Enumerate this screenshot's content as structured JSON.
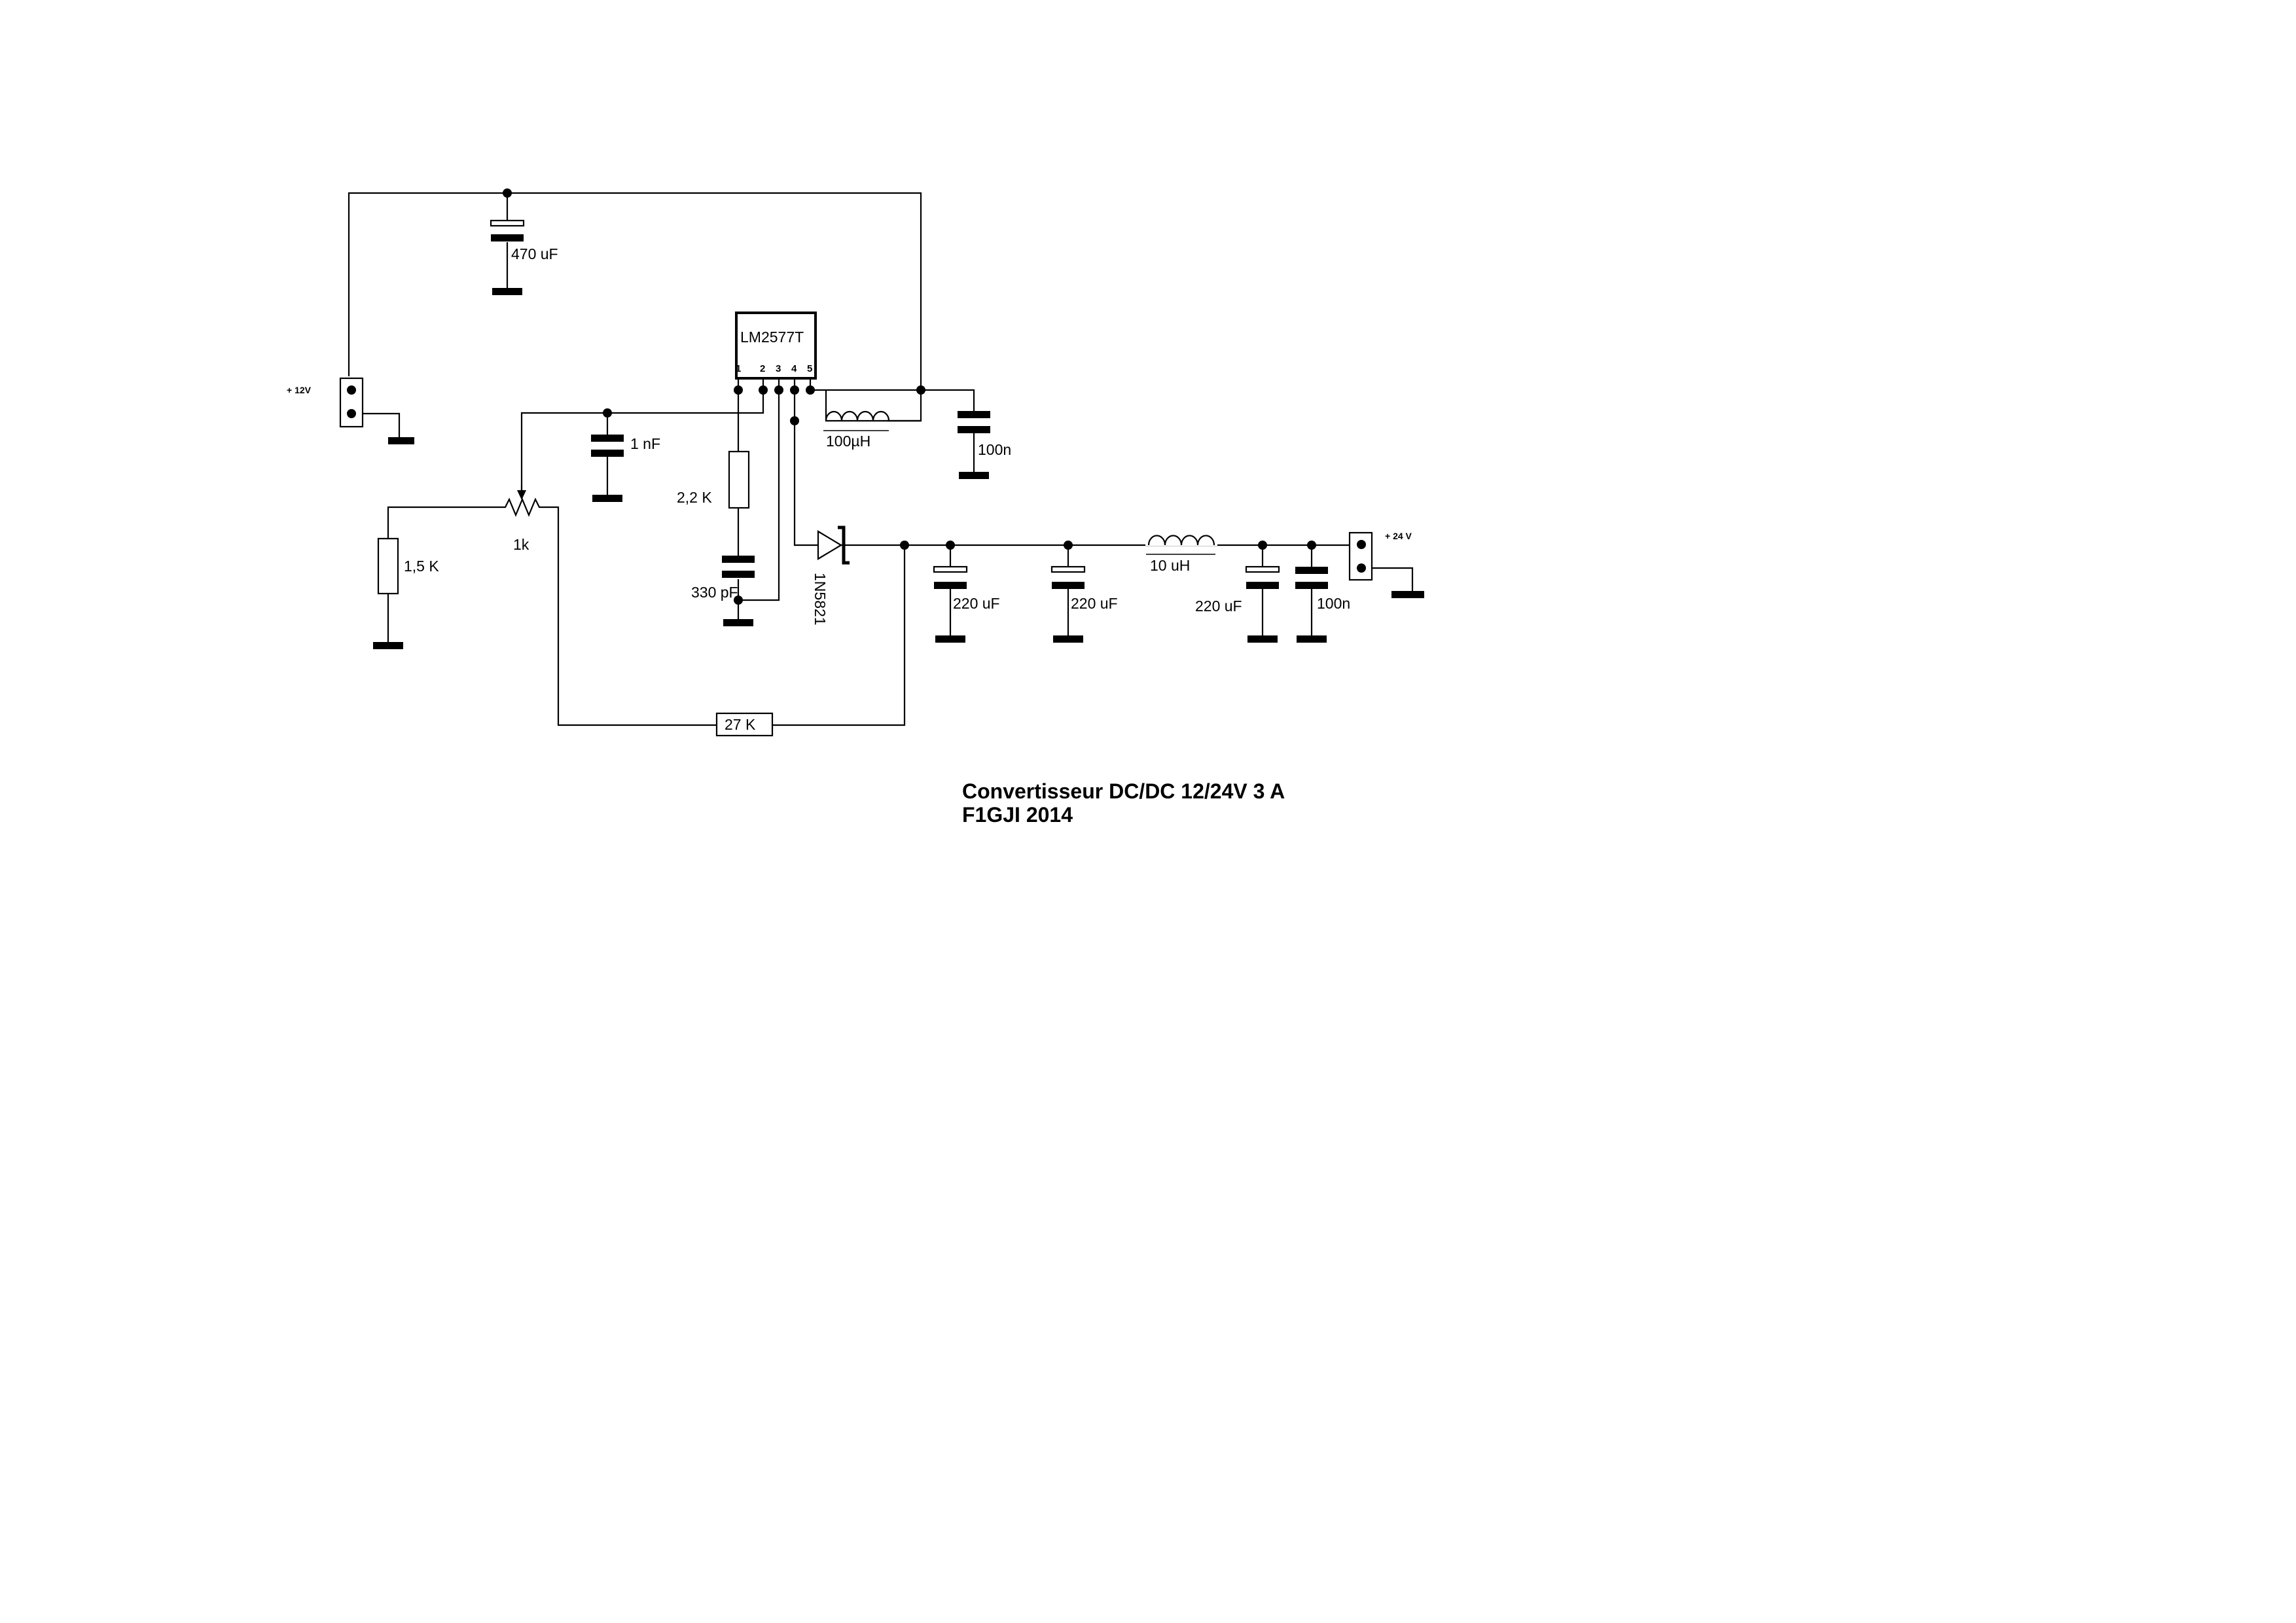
{
  "title": {
    "line1": "Convertisseur  DC/DC  12/24V 3 A",
    "line2": "F1GJI  2014"
  },
  "ic": {
    "name": "LM2577T",
    "pins": [
      "1",
      "2",
      "3",
      "4",
      "5"
    ]
  },
  "connectors": {
    "input": "+ 12V",
    "output": "+ 24 V"
  },
  "components": {
    "c_470": "470 uF",
    "c_1n": "1 nF",
    "c_100n_in": "100n",
    "l_100u": "100µH",
    "r_22k": "2,2 K",
    "c_330p": "330 pF",
    "diode": "1N5821",
    "pot": "1k",
    "r_15k": "1,5 K",
    "r_27k": "27 K",
    "c_220_a": "220 uF",
    "c_220_b": "220 uF",
    "l_10u": "10 uH",
    "c_220_c": "220 uF",
    "c_100n_out": "100n"
  }
}
